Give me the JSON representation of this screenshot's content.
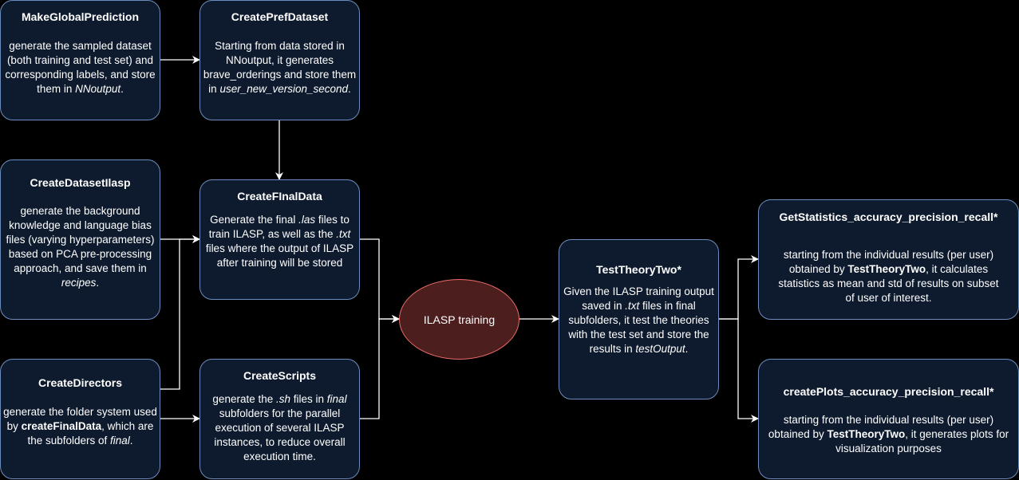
{
  "nodes": {
    "make_global_prediction": {
      "title": "MakeGlobalPrediction",
      "body": [
        {
          "text": "generate the sampled dataset (both training and test set) and corresponding labels, and store them in "
        },
        {
          "text": "NNoutput",
          "style": "italic"
        },
        {
          "text": "."
        }
      ]
    },
    "create_pref_dataset": {
      "title": "CreatePrefDataset",
      "body": [
        {
          "text": "Starting from data stored in NNoutput, it generates brave_orderings and store them in "
        },
        {
          "text": "user_new_version_second",
          "style": "italic"
        },
        {
          "text": "."
        }
      ]
    },
    "create_dataset_ilasp": {
      "title": "CreateDatasetIlasp",
      "body": [
        {
          "text": "generate the background knowledge and language bias files (varying hyperparameters) based on PCA pre-processing approach, and save them in "
        },
        {
          "text": "recipes",
          "style": "italic"
        },
        {
          "text": "."
        }
      ]
    },
    "create_final_data": {
      "title": "CreateFInalData",
      "body": [
        {
          "text": "Generate the final "
        },
        {
          "text": ".las",
          "style": "italic"
        },
        {
          "text": " files to train ILASP, as well as the "
        },
        {
          "text": ".txt",
          "style": "italic"
        },
        {
          "text": " files where the output of ILASP after training will be stored"
        }
      ]
    },
    "create_directors": {
      "title": "CreateDirectors",
      "body": [
        {
          "text": "generate the folder system used by "
        },
        {
          "text": "createFinalData",
          "style": "bold"
        },
        {
          "text": ", which are the subfolders of "
        },
        {
          "text": "final",
          "style": "italic"
        },
        {
          "text": "."
        }
      ]
    },
    "create_scripts": {
      "title": "CreateScripts",
      "body": [
        {
          "text": "generate the "
        },
        {
          "text": ".sh",
          "style": "italic"
        },
        {
          "text": " files in "
        },
        {
          "text": "final",
          "style": "italic"
        },
        {
          "text": " subfolders for the parallel execution of several ILASP instances, to reduce overall execution time."
        }
      ]
    },
    "ilasp_training": {
      "label": "ILASP training"
    },
    "test_theory_two": {
      "title": "TestTheoryTwo*",
      "body": [
        {
          "text": "Given the ILASP training output saved in "
        },
        {
          "text": ".txt",
          "style": "italic"
        },
        {
          "text": " files in final subfolders, it test the theories with the test set and store the results in "
        },
        {
          "text": "testOutput",
          "style": "italic"
        },
        {
          "text": "."
        }
      ]
    },
    "get_statistics": {
      "title": "GetStatistics_accuracy_precision_recall*",
      "body": [
        {
          "text": "starting from the individual results (per user) obtained by "
        },
        {
          "text": "TestTheoryTwo",
          "style": "bold"
        },
        {
          "text": ", it calculates statistics as mean and std of results on subset of user of interest."
        }
      ]
    },
    "create_plots": {
      "title": "createPlots_accuracy_precision_recall*",
      "body": [
        {
          "text": "starting from the individual results (per user) obtained by "
        },
        {
          "text": "TestTheoryTwo",
          "style": "bold"
        },
        {
          "text": ", it generates plots for visualization purposes"
        }
      ]
    }
  },
  "colors": {
    "background": "#000000",
    "box_fill": "#0e1b2e",
    "box_border": "#6c8ebf",
    "ellipse_fill": "#4d1e1e",
    "ellipse_border": "#ea6b66",
    "text": "#ffffff",
    "connector": "#ffffff"
  },
  "edges": [
    {
      "from": "make_global_prediction",
      "to": "create_pref_dataset"
    },
    {
      "from": "create_pref_dataset",
      "to": "create_final_data"
    },
    {
      "from": "create_dataset_ilasp",
      "to": "create_final_data"
    },
    {
      "from": "create_directors",
      "to": "create_final_data"
    },
    {
      "from": "create_directors",
      "to": "create_scripts"
    },
    {
      "from": "create_final_data",
      "to": "ilasp_training"
    },
    {
      "from": "create_scripts",
      "to": "ilasp_training"
    },
    {
      "from": "ilasp_training",
      "to": "test_theory_two"
    },
    {
      "from": "test_theory_two",
      "to": "get_statistics"
    },
    {
      "from": "test_theory_two",
      "to": "create_plots"
    }
  ]
}
